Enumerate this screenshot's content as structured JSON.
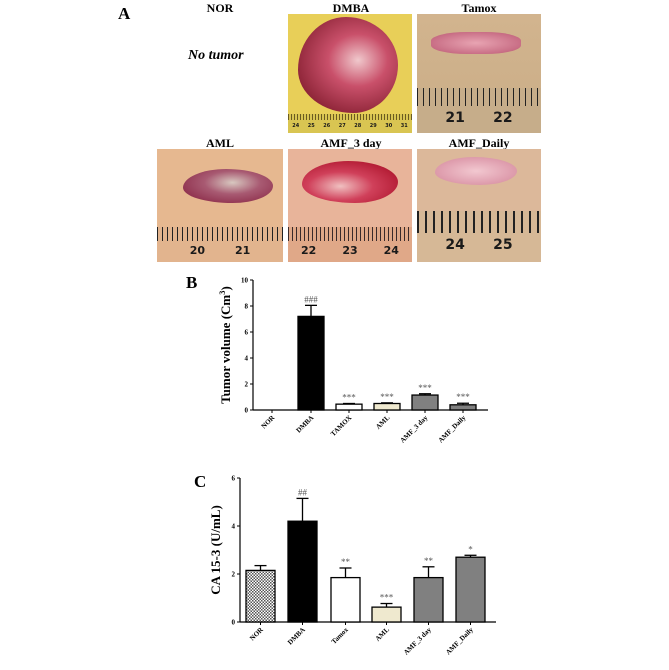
{
  "panel_a": {
    "letter": "A",
    "no_tumor_text": "No tumor",
    "photos": [
      {
        "label": "NOR",
        "has_photo": false
      },
      {
        "label": "DMBA",
        "has_photo": true,
        "ruler_numbers": [
          "24",
          "25",
          "26",
          "27",
          "28",
          "29",
          "30",
          "31"
        ]
      },
      {
        "label": "Tamox",
        "has_photo": true,
        "ruler_numbers": [
          "21",
          "22"
        ]
      },
      {
        "label": "AML",
        "has_photo": true,
        "ruler_numbers": [
          "20",
          "21"
        ]
      },
      {
        "label": "AMF_3 day",
        "has_photo": true,
        "ruler_numbers": [
          "22",
          "23",
          "24"
        ]
      },
      {
        "label": "AMF_Daily",
        "has_photo": true,
        "ruler_numbers": [
          "24",
          "25"
        ]
      }
    ]
  },
  "chart_data": [
    {
      "panel": "B",
      "type": "bar",
      "title": "",
      "xlabel": "",
      "ylabel": "Tumor volume (Cm³)",
      "ylabel_main": "Tumor volume (Cm",
      "ylabel_sup": "3",
      "ylabel_close": ")",
      "ylim": [
        0,
        10
      ],
      "yticks": [
        0,
        2,
        4,
        6,
        8,
        10
      ],
      "grid": false,
      "categories": [
        "NOR",
        "DMBA",
        "TAMOX",
        "AML",
        "AMF_3 day",
        "AMF_Daily"
      ],
      "values": [
        0,
        7.2,
        0.45,
        0.5,
        1.15,
        0.4
      ],
      "errors": [
        0,
        0.85,
        0.05,
        0.05,
        0.1,
        0.12
      ],
      "annotations": [
        "",
        "###",
        "***",
        "***",
        "***",
        "***"
      ],
      "bar_fills": [
        "#ffffff",
        "#000000",
        "#ffffff",
        "#efe9cf",
        "#808080",
        "#808080"
      ]
    },
    {
      "panel": "C",
      "type": "bar",
      "title": "",
      "xlabel": "",
      "ylabel": "CA 15-3 (U/mL)",
      "ylim": [
        0,
        6
      ],
      "yticks": [
        0,
        2,
        4,
        6
      ],
      "grid": false,
      "categories": [
        "NOR",
        "DMBA",
        "Tamox",
        "AML",
        "AMF_3 day",
        "AMF_Daily"
      ],
      "values": [
        2.15,
        4.2,
        1.85,
        0.62,
        1.85,
        2.7
      ],
      "errors": [
        0.2,
        0.95,
        0.4,
        0.15,
        0.45,
        0.08
      ],
      "annotations": [
        "",
        "##",
        "**",
        "***",
        "**",
        "*"
      ],
      "bar_fills": [
        "checker",
        "#000000",
        "#ffffff",
        "#efe9cf",
        "#808080",
        "#808080"
      ]
    }
  ]
}
